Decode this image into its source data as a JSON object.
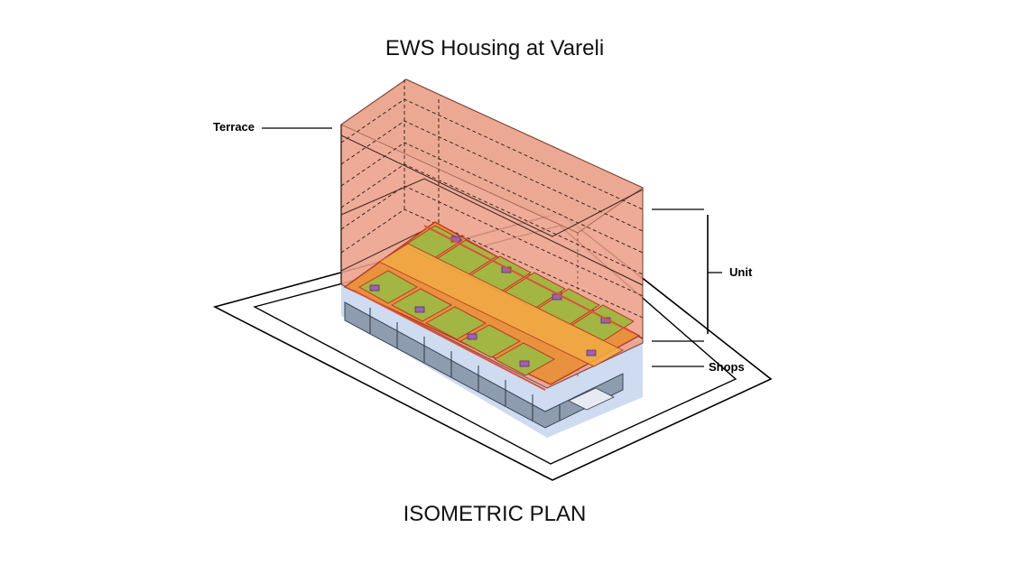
{
  "title": "EWS Housing at Vareli",
  "subtitle": "ISOMETRIC PLAN",
  "labels": {
    "terrace": "Terrace",
    "unit": "Unit",
    "shops": "Shops"
  },
  "colors": {
    "building_volume": "#eca08a",
    "building_edge": "#7a3b2c",
    "unit_floor": "#a3b542",
    "corridor": "#f2ac44",
    "wall_red": "#d9533a",
    "toilet_purple": "#9a63b0",
    "shop_slab": "#8e9cb0",
    "ground_tint": "#c9d7f0"
  }
}
